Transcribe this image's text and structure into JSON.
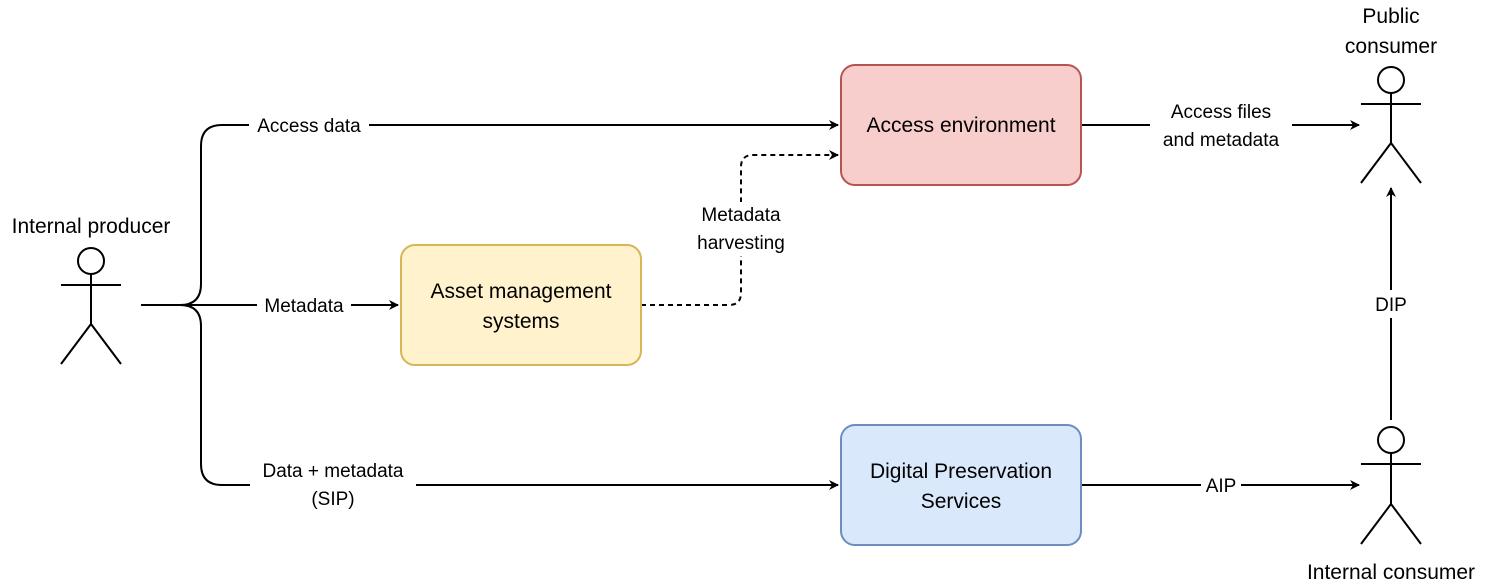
{
  "actors": {
    "internal_producer": {
      "label": "Internal producer"
    },
    "public_consumer": {
      "label_line1": "Public",
      "label_line2": "consumer"
    },
    "internal_consumer": {
      "label": "Internal consumer"
    }
  },
  "boxes": {
    "access_environment": {
      "label": "Access environment",
      "fill": "#f8cecc",
      "stroke": "#b85450"
    },
    "asset_management": {
      "line1": "Asset management",
      "line2": "systems",
      "fill": "#fff2cc",
      "stroke": "#d6b656"
    },
    "digital_preservation": {
      "line1": "Digital Preservation",
      "line2": "Services",
      "fill": "#dae8fc",
      "stroke": "#6c8ebf"
    }
  },
  "edges": {
    "access_data": {
      "label": "Access data"
    },
    "metadata": {
      "label": "Metadata"
    },
    "sip": {
      "line1": "Data + metadata",
      "line2": "(SIP)"
    },
    "harvesting": {
      "line1": "Metadata",
      "line2": "harvesting"
    },
    "access_files": {
      "line1": "Access files",
      "line2": "and metadata"
    },
    "aip": {
      "label": "AIP"
    },
    "dip": {
      "label": "DIP"
    }
  }
}
